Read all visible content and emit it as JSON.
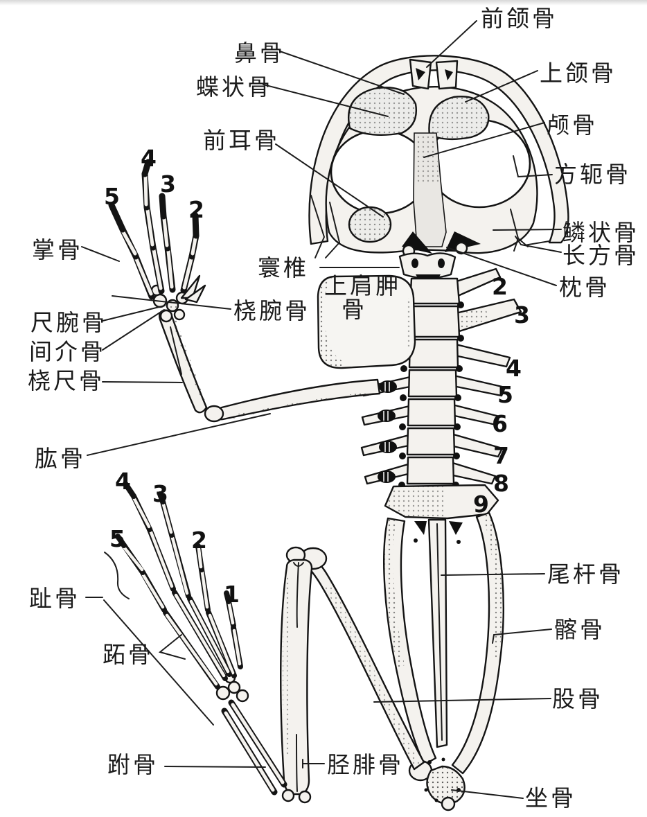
{
  "figure": {
    "kind": "frog-skeleton-anatomy-diagram",
    "background_color": "#ffffff",
    "line_color": "#141414",
    "label_color": "#1b1b1b",
    "labels": [
      {
        "text": "前颌骨"
      },
      {
        "text": "鼻骨"
      },
      {
        "text": "蝶状骨"
      },
      {
        "text": "上颌骨"
      },
      {
        "text": "颅骨"
      },
      {
        "text": "前耳骨"
      },
      {
        "text": "方轭骨"
      },
      {
        "text": "鳞状骨"
      },
      {
        "text": "长方骨"
      },
      {
        "text": "枕骨"
      },
      {
        "text": "寰椎"
      },
      {
        "text": "上肩胛骨",
        "line1": "上肩胛",
        "line2": "骨"
      },
      {
        "text": "掌骨"
      },
      {
        "text": "桡腕骨"
      },
      {
        "text": "尺腕骨"
      },
      {
        "text": "间介骨"
      },
      {
        "text": "桡尺骨"
      },
      {
        "text": "肱骨"
      },
      {
        "text": "趾骨"
      },
      {
        "text": "跖骨"
      },
      {
        "text": "跗骨"
      },
      {
        "text": "胫腓骨"
      },
      {
        "text": "尾杆骨"
      },
      {
        "text": "髂骨"
      },
      {
        "text": "股骨"
      },
      {
        "text": "坐骨"
      }
    ],
    "numbers": {
      "forelimb_digits": [
        "5",
        "4",
        "3",
        "2"
      ],
      "vertebrae": [
        "2",
        "3",
        "4",
        "5",
        "6",
        "7",
        "8",
        "9"
      ],
      "hindlimb_digits": [
        "4",
        "3",
        "5",
        "2",
        "1"
      ]
    }
  }
}
